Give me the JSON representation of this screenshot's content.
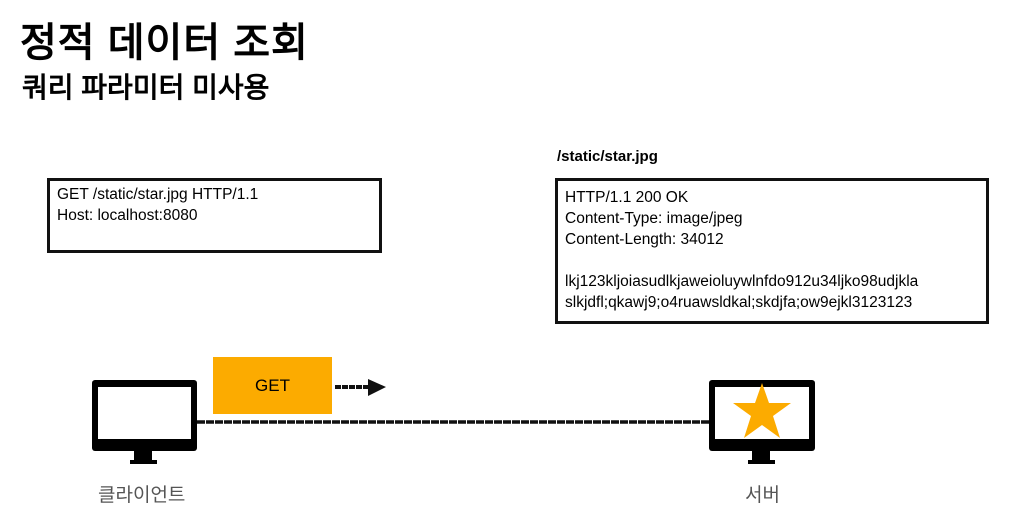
{
  "title": "정적 데이터 조회",
  "subtitle": "쿼리 파라미터 미사용",
  "request": {
    "lines": [
      "GET /static/star.jpg HTTP/1.1",
      "Host: localhost:8080"
    ]
  },
  "response": {
    "resource_label": "/static/star.jpg",
    "lines": [
      "HTTP/1.1 200 OK",
      "Content-Type: image/jpeg",
      "Content-Length: 34012",
      "",
      "lkj123kljoiasudlkjaweioluywlnfdo912u34ljko98udjkla",
      "slkjdfl;qkawj9;o4ruawsldkal;skdjfa;ow9ejkl3123123"
    ]
  },
  "method_badge": "GET",
  "client_label": "클라이언트",
  "server_label": "서버",
  "colors": {
    "accent": "#fcab00",
    "star": "#fcab00"
  }
}
